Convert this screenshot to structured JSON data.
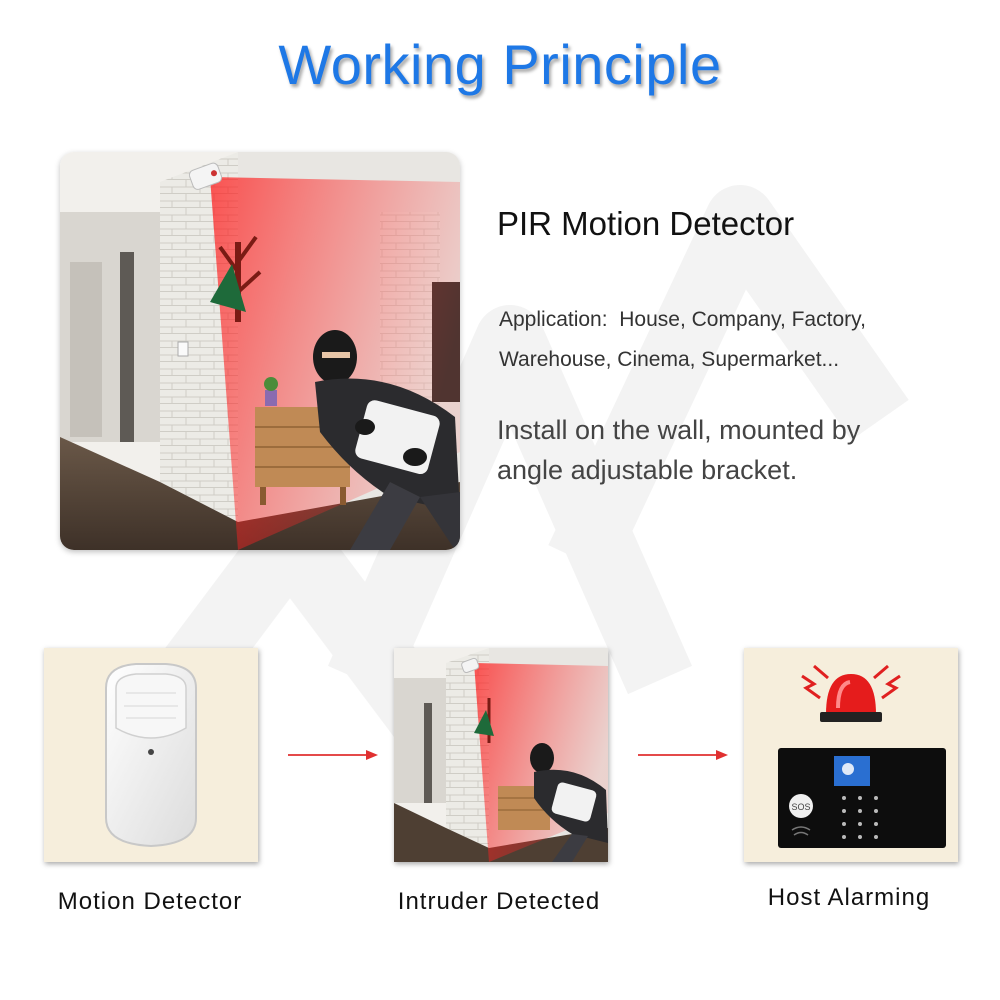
{
  "title": "Working Principle",
  "detector": {
    "heading": "PIR Motion Detector",
    "application_label": "Application:",
    "application_line1": "House, Company, Factory,",
    "application_line2": "Warehouse, Cinema, Supermarket...",
    "install_line1": "Install on the wall, mounted by",
    "install_line2": "angle adjustable bracket."
  },
  "steps": [
    {
      "caption": "Motion Detector",
      "icon": "pir-sensor-icon"
    },
    {
      "caption": "Intruder Detected",
      "icon": "intruder-scene-icon"
    },
    {
      "caption": "Host Alarming",
      "icon": "alarm-host-icon"
    }
  ],
  "host_panel": {
    "sos_label": "SOS"
  },
  "colors": {
    "title": "#1e78e6",
    "arrow": "#e03030",
    "card_background": "#f6eedc",
    "detection_beam": "#ff2020"
  }
}
